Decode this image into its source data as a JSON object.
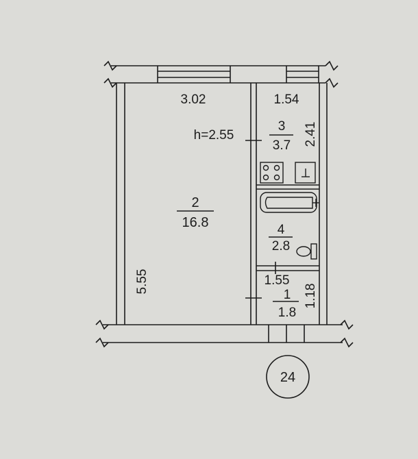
{
  "plan": {
    "rooms": {
      "room2": {
        "number": "2",
        "area": "16.8"
      },
      "room3": {
        "number": "3",
        "area": "3.7"
      },
      "room4": {
        "number": "4",
        "area": "2.8"
      },
      "room1": {
        "number": "1",
        "area": "1.8"
      }
    },
    "dimensions": {
      "room2_width": "3.02",
      "room2_length": "5.55",
      "ceiling_height": "h=2.55",
      "kitchen_width": "1.54",
      "kitchen_length": "2.41",
      "hall_width": "1.55",
      "hall_length": "1.18"
    },
    "apartment_number": "24"
  }
}
